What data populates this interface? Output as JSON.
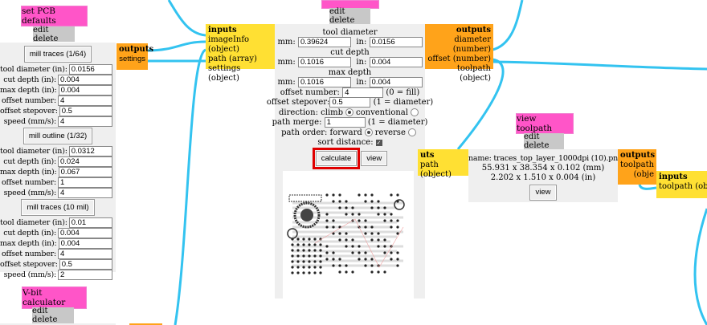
{
  "set_pcb": {
    "title": "set PCB defaults",
    "edit_delete": "edit delete",
    "outputs_label": "outputs",
    "outputs": [
      "settings"
    ],
    "groups": [
      {
        "button": "mill traces (1/64)",
        "fields": [
          {
            "label": "tool diameter (in):",
            "value": "0.0156"
          },
          {
            "label": "cut depth (in):",
            "value": "0.004"
          },
          {
            "label": "max depth (in):",
            "value": "0.004"
          },
          {
            "label": "offset number:",
            "value": "4"
          },
          {
            "label": "offset stepover:",
            "value": "0.5"
          },
          {
            "label": "speed (mm/s):",
            "value": "4"
          }
        ]
      },
      {
        "button": "mill outline (1/32)",
        "fields": [
          {
            "label": "tool diameter (in):",
            "value": "0.0312"
          },
          {
            "label": "cut depth (in):",
            "value": "0.024"
          },
          {
            "label": "max depth (in):",
            "value": "0.067"
          },
          {
            "label": "offset number:",
            "value": "1"
          },
          {
            "label": "speed (mm/s):",
            "value": "4"
          }
        ]
      },
      {
        "button": "mill traces (10 mil)",
        "fields": [
          {
            "label": "tool diameter (in):",
            "value": "0.01"
          },
          {
            "label": "cut depth (in):",
            "value": "0.004"
          },
          {
            "label": "max depth (in):",
            "value": "0.004"
          },
          {
            "label": "offset number:",
            "value": "4"
          },
          {
            "label": "offset stepover:",
            "value": "0.5"
          },
          {
            "label": "speed (mm/s):",
            "value": "2"
          }
        ]
      }
    ]
  },
  "vbit": {
    "title": "V-bit calculator",
    "edit_delete": "edit delete"
  },
  "mill": {
    "edit_delete": "edit delete",
    "inputs_label": "inputs",
    "inputs": [
      "imageInfo (object)",
      "path (array)",
      "settings (object)"
    ],
    "outputs_label": "outputs",
    "outputs": [
      "diameter (number)",
      "offset (number)",
      "toolpath (object)"
    ],
    "tool_diameter": "tool diameter",
    "cut_depth": "cut depth",
    "max_depth": "max depth",
    "mm": "mm:",
    "in": "in:",
    "td_mm": "0.39624",
    "td_in": "0.0156",
    "cd_mm": "0.1016",
    "cd_in": "0.004",
    "md_mm": "0.1016",
    "md_in": "0.004",
    "offset_number_label": "offset number:",
    "offset_number": "4",
    "offset_hint": "(0 = fill)",
    "stepover_label": "offset stepover:",
    "stepover": "0.5",
    "stepover_hint": "(1 = diameter)",
    "direction_label": "direction: climb",
    "conventional": "conventional",
    "merge_label": "path merge:",
    "merge": "1",
    "merge_hint": "(1 = diameter)",
    "order_label": "path order: forward",
    "reverse": "reverse",
    "sort_label": "sort distance:",
    "calculate": "calculate",
    "view": "view"
  },
  "partial_inputs": {
    "label": "uts",
    "item": "path (object)"
  },
  "view_toolpath": {
    "title": "view toolpath",
    "edit_delete": "edit delete",
    "name": "name: traces_top_layer_1000dpi (10).png",
    "mm": "55.931 x 38.354 x 0.102 (mm)",
    "in": "2.202 x 1.510 x 0.004 (in)",
    "view": "view",
    "outputs_label": "outputs",
    "outputs": [
      "toolpath",
      "(obje"
    ]
  },
  "next_inputs": {
    "label": "inputs",
    "item": "toolpath (objec"
  },
  "colors": {
    "wire": "#33c3f0",
    "module_title": "#ff55c8",
    "inputs": "#ffe033",
    "outputs": "#ffa31a",
    "highlight": "#ff0000"
  }
}
